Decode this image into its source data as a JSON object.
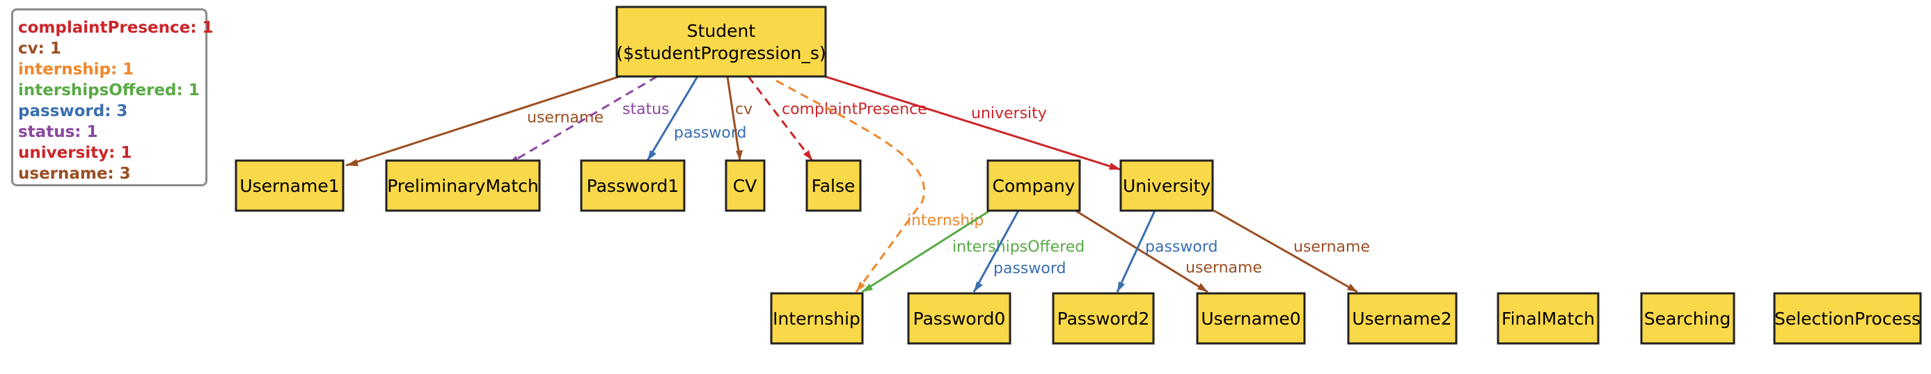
{
  "legend": [
    {
      "label": "complaintPresence: 1",
      "color": "#cc2529"
    },
    {
      "label": "cv: 1",
      "color": "#9b4e22"
    },
    {
      "label": "internship: 1",
      "color": "#f0862a"
    },
    {
      "label": "intershipsOffered: 1",
      "color": "#58aa44"
    },
    {
      "label": "password: 3",
      "color": "#3a6fb0"
    },
    {
      "label": "status: 1",
      "color": "#8b47a0"
    },
    {
      "label": "university: 1",
      "color": "#cc2529"
    },
    {
      "label": "username: 3",
      "color": "#9b4e22"
    }
  ],
  "nodes": {
    "student": [
      "Student",
      "($studentProgression_s)"
    ],
    "username1": [
      "Username1"
    ],
    "preliminarymatch": [
      "PreliminaryMatch"
    ],
    "password1": [
      "Password1"
    ],
    "cv": [
      "CV"
    ],
    "false": [
      "False"
    ],
    "company": [
      "Company"
    ],
    "university": [
      "University"
    ],
    "internship": [
      "Internship"
    ],
    "password0": [
      "Password0"
    ],
    "password2": [
      "Password2"
    ],
    "username0": [
      "Username0"
    ],
    "username2": [
      "Username2"
    ],
    "finalmatch": [
      "FinalMatch"
    ],
    "searching": [
      "Searching"
    ],
    "selectionprocess": [
      "SelectionProcess"
    ]
  },
  "edges": [
    {
      "from": "student",
      "to": "username1",
      "label": "username",
      "color": "#9b4e22",
      "dashed": false
    },
    {
      "from": "student",
      "to": "preliminarymatch",
      "label": "status",
      "color": "#8b47a0",
      "dashed": true
    },
    {
      "from": "student",
      "to": "password1",
      "label": "password",
      "color": "#3a6fb0",
      "dashed": false
    },
    {
      "from": "student",
      "to": "cv",
      "label": "cv",
      "color": "#9b4e22",
      "dashed": false
    },
    {
      "from": "student",
      "to": "false",
      "label": "complaintPresence",
      "color": "#cc2529",
      "dashed": true
    },
    {
      "from": "student",
      "to": "university",
      "label": "university",
      "color": "#cc2529",
      "dashed": false
    },
    {
      "from": "student",
      "to": "internship",
      "label": "internship",
      "color": "#f0862a",
      "dashed": true
    },
    {
      "from": "company",
      "to": "internship",
      "label": "intershipsOffered",
      "color": "#58aa44",
      "dashed": false
    },
    {
      "from": "company",
      "to": "password0",
      "label": "password",
      "color": "#3a6fb0",
      "dashed": false
    },
    {
      "from": "company",
      "to": "username0",
      "label": "username",
      "color": "#9b4e22",
      "dashed": false
    },
    {
      "from": "university",
      "to": "password2",
      "label": "password",
      "color": "#3a6fb0",
      "dashed": false
    },
    {
      "from": "university",
      "to": "username2",
      "label": "username",
      "color": "#9b4e22",
      "dashed": false
    }
  ]
}
